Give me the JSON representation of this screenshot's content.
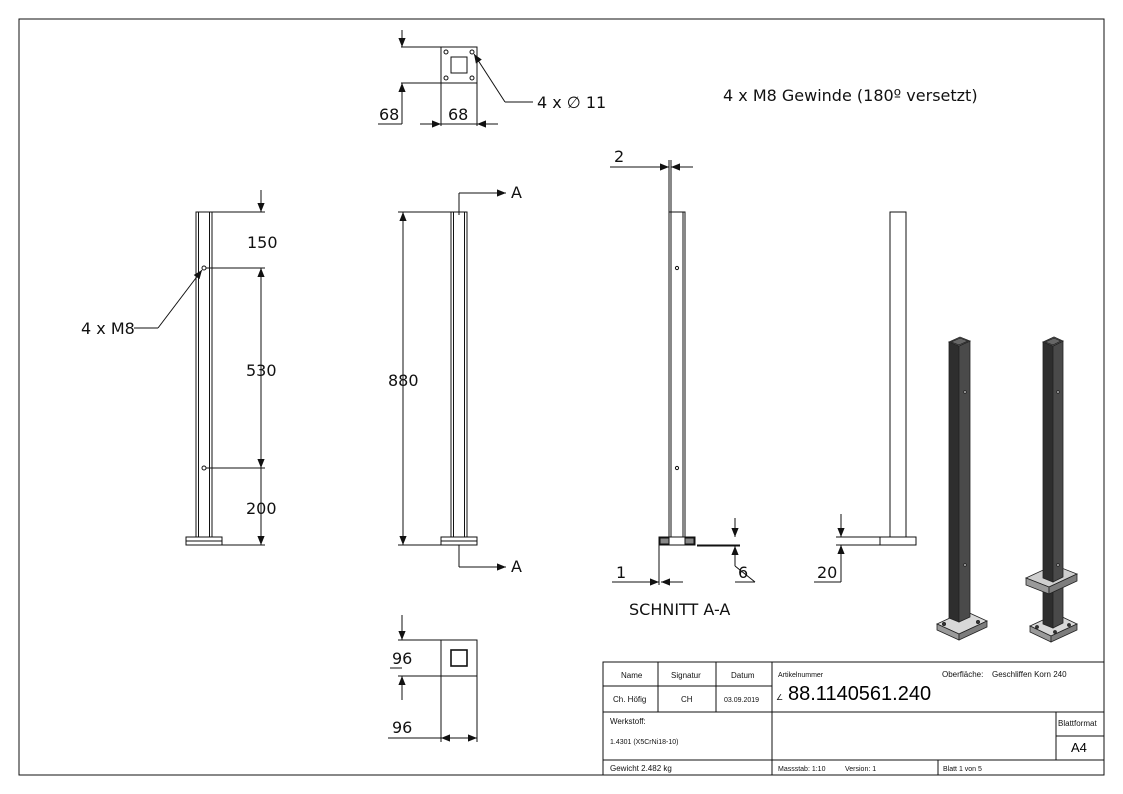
{
  "top_view": {
    "dim_flange_height": "68",
    "dim_flange_width": "68",
    "hole_callout": "4 x ∅ 11"
  },
  "thread_note": "4 x M8 Gewinde (180º versetzt)",
  "front_view": {
    "dim_top": "150",
    "dim_middle": "530",
    "dim_bottom": "200",
    "thread_callout": "4 x M8"
  },
  "side_view": {
    "dim_total": "880",
    "section_mark": "A"
  },
  "section_view": {
    "dim_wall": "2",
    "dim_offset": "1",
    "dim_plate": "6",
    "label": "SCHNITT A-A"
  },
  "back_view": {
    "dim_plate": "20"
  },
  "bottom_view": {
    "dim_height": "96",
    "dim_width": "96"
  },
  "title_block": {
    "col_name": "Name",
    "col_signatur": "Signatur",
    "col_datum": "Datum",
    "name": "Ch. Höfig",
    "signatur": "CH",
    "datum": "03.09.2019",
    "artikel_label": "Artikelnummer",
    "artikel_nummer": "88.1140561.240",
    "artikel_prefix": "∠",
    "oberflaeche_label": "Oberfläche:",
    "oberflaeche_value": "Geschliffen Korn 240",
    "werkstoff_label": "Werkstoff:",
    "werkstoff_value": "1.4301 (X5CrNi18-10)",
    "blattformat_label": "Blattformat",
    "blattformat_value": "A4",
    "gewicht": "Gewicht 2.482 kg",
    "massstab": "Massstab: 1:10",
    "version": "Version: 1",
    "blatt": "Blatt 1 von 5"
  }
}
